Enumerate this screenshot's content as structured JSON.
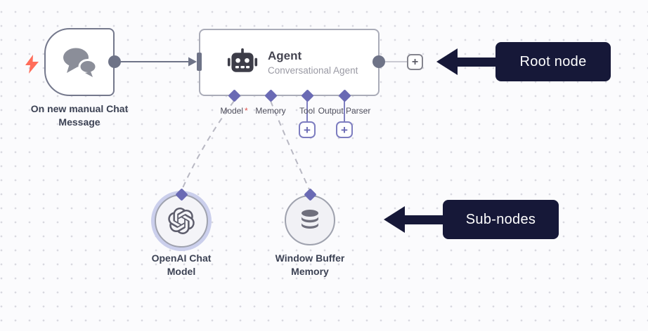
{
  "canvas": {
    "background": "#fbfbfd",
    "dot_color": "#d9d9e0"
  },
  "glyphs": {
    "plus": "+"
  },
  "colors": {
    "accent_purple": "#6a6ab4",
    "annotation_navy": "#161838",
    "trigger_bolt_red": "#ff6d5a",
    "required_red": "#e0524e",
    "connector_gray": "#6e7387",
    "node_border_gray": "#aaacb8"
  },
  "nodes": {
    "trigger": {
      "label": "On new manual Chat Message",
      "icon": "chat-bubbles-icon",
      "bolt_icon": "lightning-bolt-icon"
    },
    "agent": {
      "title": "Agent",
      "subtitle": "Conversational Agent",
      "icon": "robot-icon",
      "required_mark": "*",
      "ports": [
        {
          "label": "Model",
          "required": true
        },
        {
          "label": "Memory",
          "required": false
        },
        {
          "label": "Tool",
          "required": false
        },
        {
          "label": "Output Parser",
          "required": false
        }
      ]
    },
    "openai_chat_model": {
      "label": "OpenAI Chat Model",
      "icon": "openai-logo-icon"
    },
    "window_buffer_memory": {
      "label": "Window Buffer Memory",
      "icon": "database-icon"
    }
  },
  "annotations": {
    "root_node": {
      "label": "Root node"
    },
    "sub_nodes": {
      "label": "Sub-nodes"
    }
  }
}
